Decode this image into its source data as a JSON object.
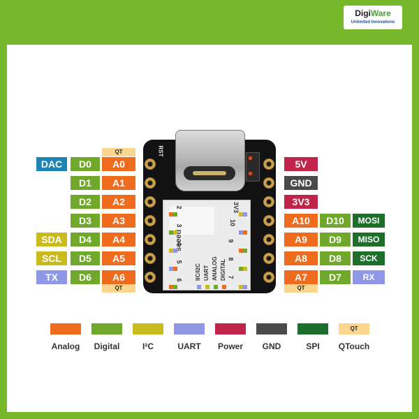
{
  "logo": {
    "name_a": "Digi",
    "name_b": "Ware",
    "tagline": "Unlimited Innovations"
  },
  "board_text": {
    "rst": "RST",
    "brand": "seeed",
    "pin_3v3": "3V3"
  },
  "module_rows": [
    {
      "left": "2",
      "right": "10"
    },
    {
      "left": "3",
      "right": "9"
    },
    {
      "left": "4",
      "right": "8"
    },
    {
      "left": "5",
      "right": "7"
    },
    {
      "left": "6",
      "right": ""
    }
  ],
  "module_legend": [
    "IIC/I2C",
    "UART",
    "ANALOG",
    "DIGITAL"
  ],
  "qt_label": "QT",
  "left_pins": [
    {
      "analog": "A0",
      "digital": "D0",
      "extra": "DAC",
      "extra_color": "#1f84b4",
      "qt_above": true,
      "qt_below": false
    },
    {
      "analog": "A1",
      "digital": "D1",
      "extra": "",
      "extra_color": "",
      "qt_above": false,
      "qt_below": false
    },
    {
      "analog": "A2",
      "digital": "D2",
      "extra": "",
      "extra_color": "",
      "qt_above": false,
      "qt_below": false
    },
    {
      "analog": "A3",
      "digital": "D3",
      "extra": "",
      "extra_color": "",
      "qt_above": false,
      "qt_below": false
    },
    {
      "analog": "A4",
      "digital": "D4",
      "extra": "SDA",
      "extra_color": "#c9ba1e",
      "qt_above": false,
      "qt_below": false
    },
    {
      "analog": "A5",
      "digital": "D5",
      "extra": "SCL",
      "extra_color": "#c9ba1e",
      "qt_above": false,
      "qt_below": false
    },
    {
      "analog": "A6",
      "digital": "D6",
      "extra": "TX",
      "extra_color": "#8f98e6",
      "qt_above": false,
      "qt_below": true
    }
  ],
  "right_pins": [
    {
      "analog": "5V",
      "analog_color": "#c0244b",
      "digital": "",
      "extra": "",
      "extra_color": "",
      "qt_below": false
    },
    {
      "analog": "GND",
      "analog_color": "#4a4a4a",
      "digital": "",
      "extra": "",
      "extra_color": "",
      "qt_below": false
    },
    {
      "analog": "3V3",
      "analog_color": "#c0244b",
      "digital": "",
      "extra": "",
      "extra_color": "",
      "qt_below": false
    },
    {
      "analog": "A10",
      "analog_color": "#ef6c1f",
      "digital": "D10",
      "extra": "MOSI",
      "extra_color": "#1e6e2b",
      "qt_below": false
    },
    {
      "analog": "A9",
      "analog_color": "#ef6c1f",
      "digital": "D9",
      "extra": "MISO",
      "extra_color": "#1e6e2b",
      "qt_below": false
    },
    {
      "analog": "A8",
      "analog_color": "#ef6c1f",
      "digital": "D8",
      "extra": "SCK",
      "extra_color": "#1e6e2b",
      "qt_below": false
    },
    {
      "analog": "A7",
      "analog_color": "#ef6c1f",
      "digital": "D7",
      "extra": "RX",
      "extra_color": "#8f98e6",
      "qt_below": true
    }
  ],
  "legend": [
    {
      "name": "Analog",
      "color": "#ef6c1f",
      "swatch_text": ""
    },
    {
      "name": "Digital",
      "color": "#6fa82a",
      "swatch_text": ""
    },
    {
      "name": "I²C",
      "color": "#c9ba1e",
      "swatch_text": ""
    },
    {
      "name": "UART",
      "color": "#8f98e6",
      "swatch_text": ""
    },
    {
      "name": "Power",
      "color": "#c0244b",
      "swatch_text": ""
    },
    {
      "name": "GND",
      "color": "#4a4a4a",
      "swatch_text": ""
    },
    {
      "name": "SPI",
      "color": "#1e6e2b",
      "swatch_text": ""
    },
    {
      "name": "QTouch",
      "color": "#fbd68f",
      "swatch_text": "QT"
    }
  ],
  "colors": {
    "analog": "#ef6c1f",
    "digital": "#6fa82a",
    "i2c": "#c9ba1e",
    "uart": "#8f98e6",
    "power": "#c0244b",
    "gnd": "#4a4a4a",
    "spi": "#1e6e2b",
    "qtouch": "#fbd68f",
    "dac": "#1f84b4",
    "frame_green": "#76b82a"
  }
}
